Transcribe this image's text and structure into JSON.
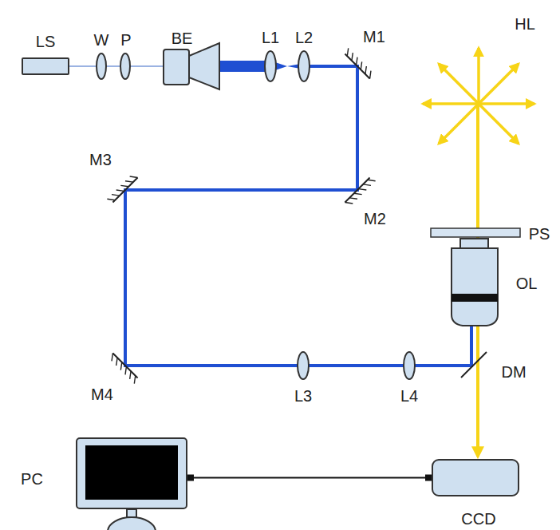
{
  "diagram": {
    "nodes": [
      {
        "text": [
          "LS"
        ]
      },
      {
        "text": [
          "PC"
        ]
      },
      {
        "text": [
          "CCD"
        ]
      }
    ],
    "edges": [
      {
        "from": 1,
        "to": 2,
        "arrow": "none"
      }
    ],
    "labels": [
      "W",
      "P",
      "BE",
      "L1",
      "L2",
      "M1",
      "HL",
      "M3",
      "M2",
      "PS",
      "OL",
      "M4",
      "L3",
      "L4",
      "DM"
    ]
  }
}
